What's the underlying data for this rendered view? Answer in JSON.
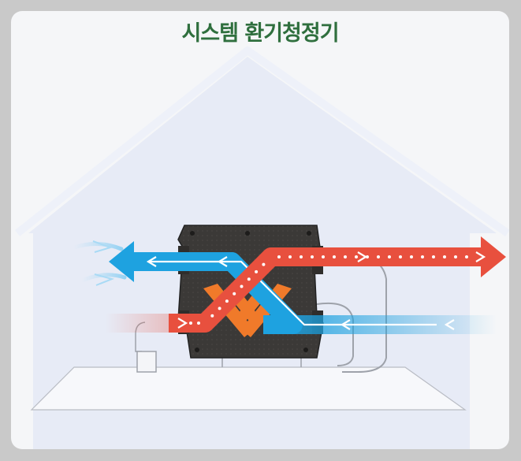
{
  "title": "시스템 환기청정기",
  "colors": {
    "card_bg": "#f5f6f8",
    "house_fill": "#e7ebf6",
    "title_green": "#2f6f3e",
    "supply_red": "#e8503e",
    "exhaust_blue": "#1ea2e0",
    "unit_body": "#3a3836",
    "heat_core": "#f07a2a"
  },
  "icons": [
    "house-outline",
    "ventilation-unit",
    "heat-exchange-core",
    "supply-air-arrow",
    "exhaust-air-arrow",
    "airflow-wisps"
  ]
}
